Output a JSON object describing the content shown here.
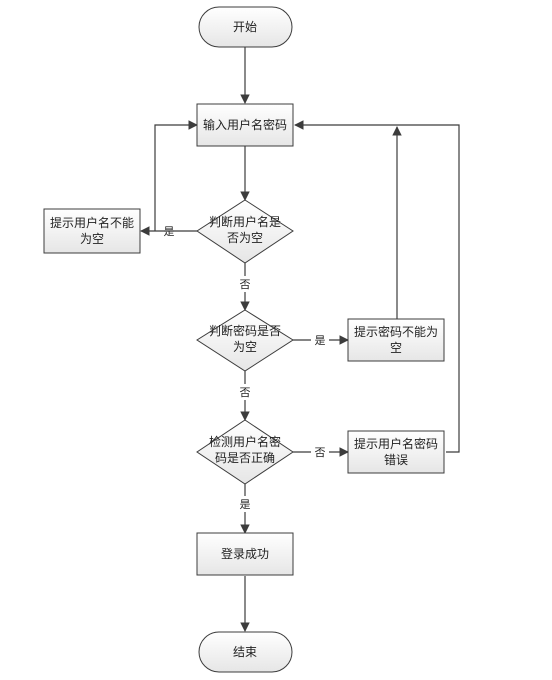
{
  "diagram": {
    "type": "flowchart",
    "nodes": {
      "start": {
        "lines": [
          "开始"
        ]
      },
      "input": {
        "lines": [
          "输入用户名密码"
        ]
      },
      "check_user": {
        "lines": [
          "判断用户名是",
          "否为空"
        ]
      },
      "prompt_user": {
        "lines": [
          "提示用户名不能",
          "为空"
        ]
      },
      "check_pwd": {
        "lines": [
          "判断密码是否",
          "为空"
        ]
      },
      "prompt_pwd": {
        "lines": [
          "提示密码不能为",
          "空"
        ]
      },
      "verify": {
        "lines": [
          "检测用户名密",
          "码是否正确"
        ]
      },
      "prompt_error": {
        "lines": [
          "提示用户名密码",
          "错误"
        ]
      },
      "login_ok": {
        "lines": [
          "登录成功"
        ]
      },
      "end": {
        "lines": [
          "结束"
        ]
      }
    },
    "edge_labels": {
      "user_empty_yes": "是",
      "user_empty_no": "否",
      "pwd_empty_yes": "是",
      "pwd_empty_no": "否",
      "verify_no": "否",
      "verify_yes": "是"
    },
    "colors": {
      "node_fill_top": "#ffffff",
      "node_fill_bottom": "#e6e6e6",
      "stroke": "#3c3c3c",
      "text": "#222222"
    }
  }
}
